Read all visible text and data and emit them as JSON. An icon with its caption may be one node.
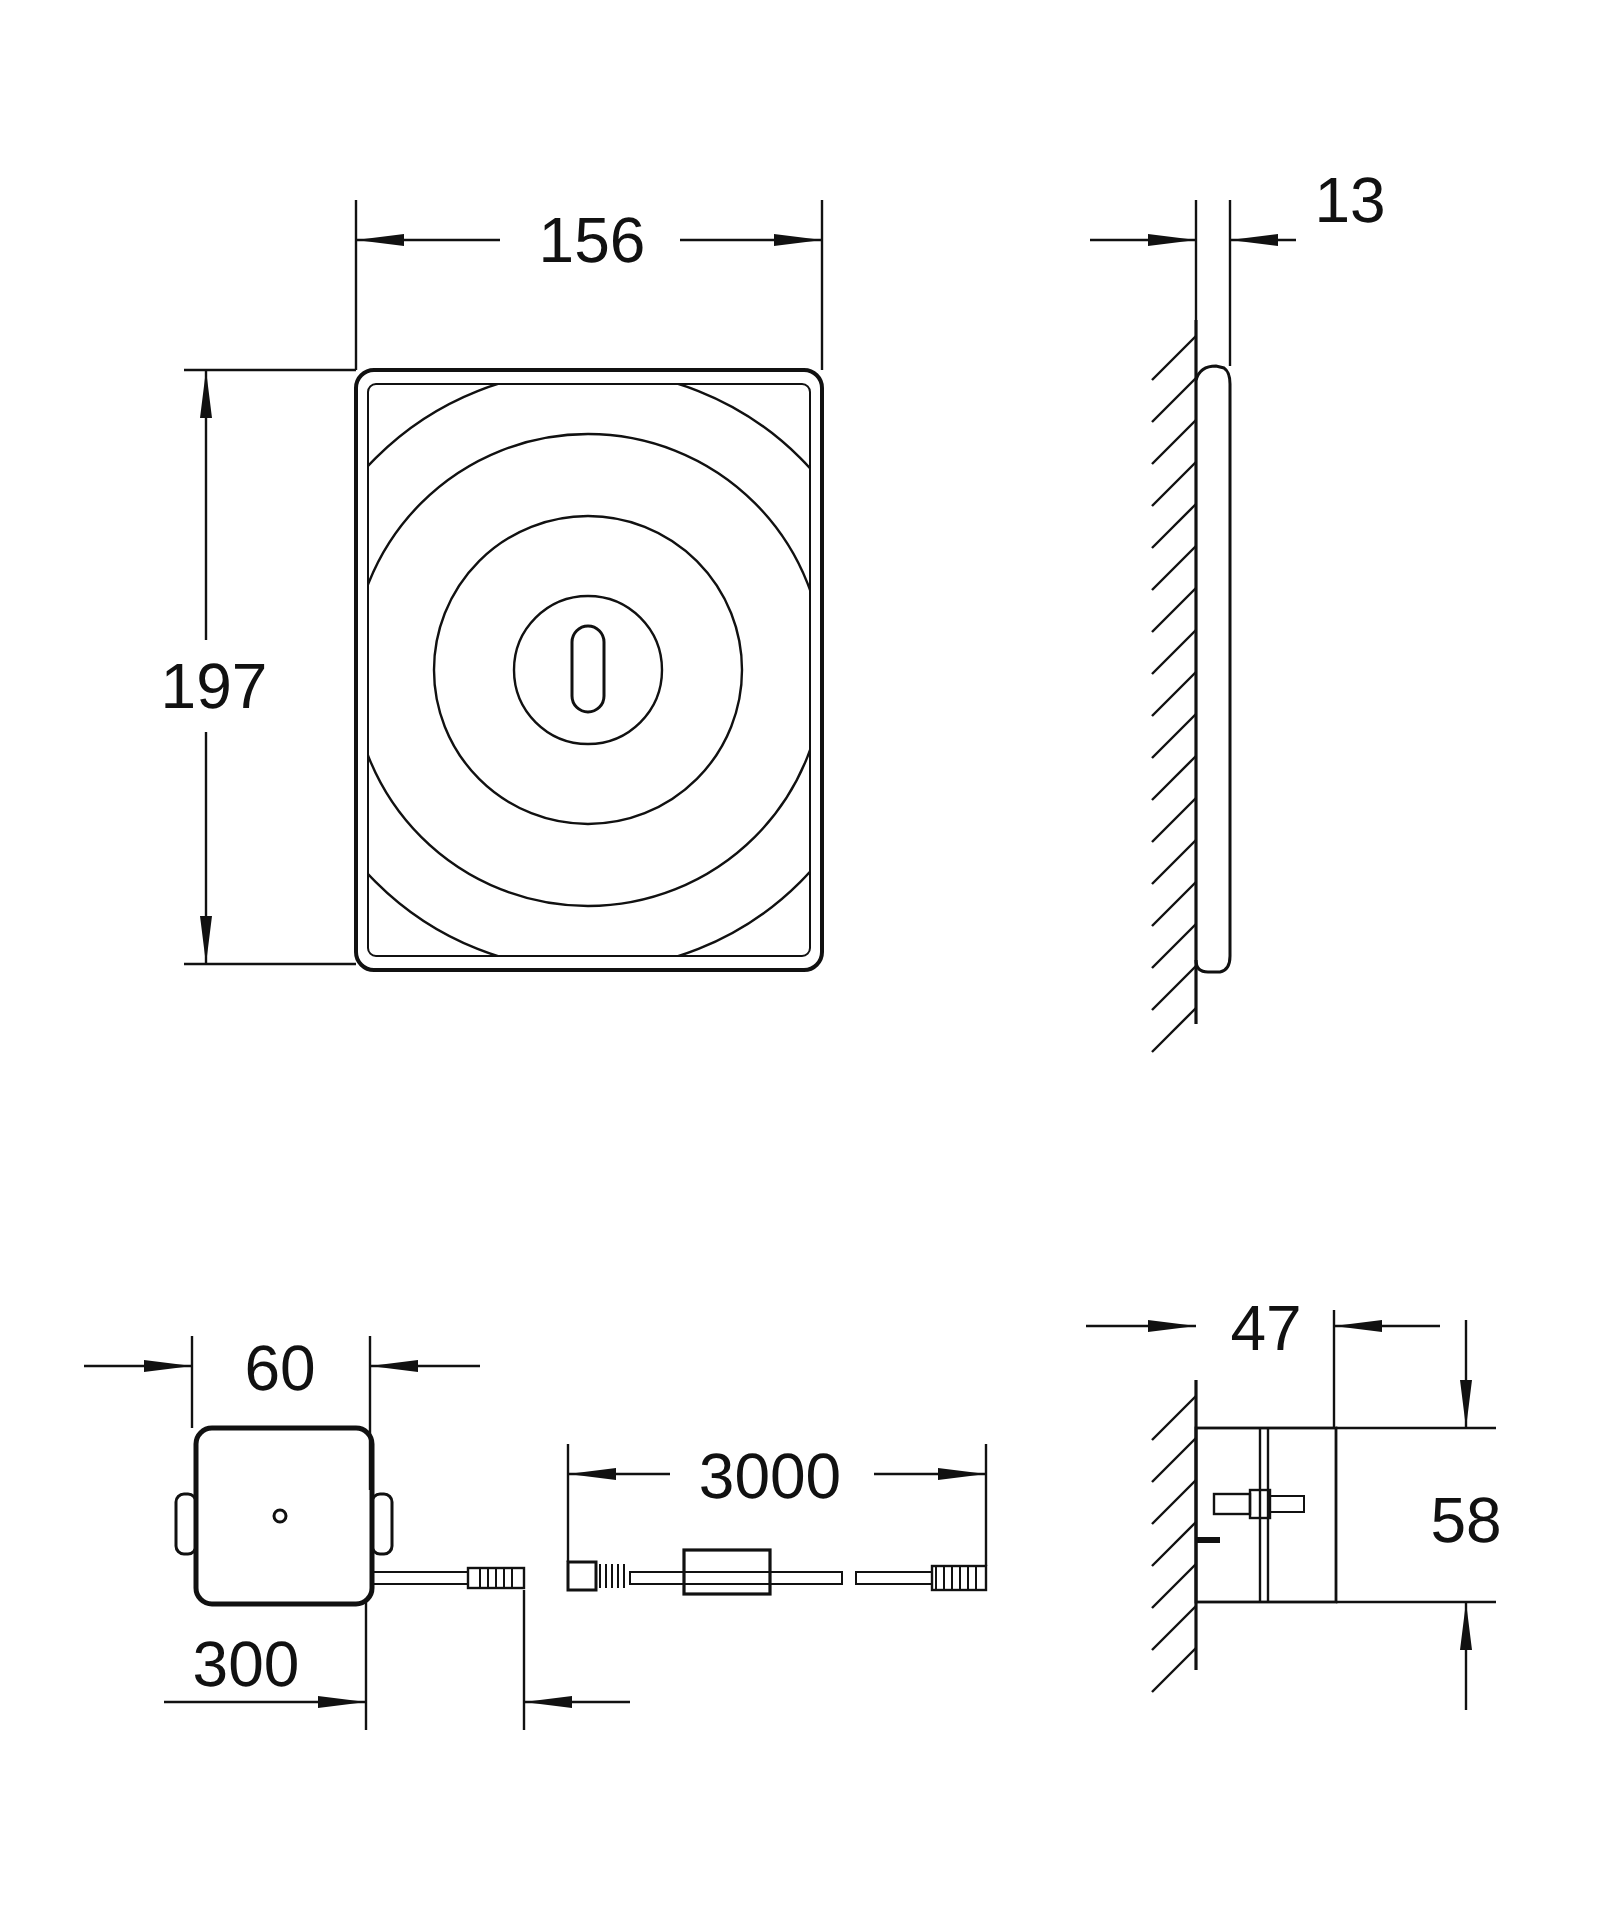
{
  "diagram": {
    "labels": [
      "156",
      "13",
      "197",
      "60",
      "3000",
      "300",
      "47",
      "58"
    ]
  }
}
